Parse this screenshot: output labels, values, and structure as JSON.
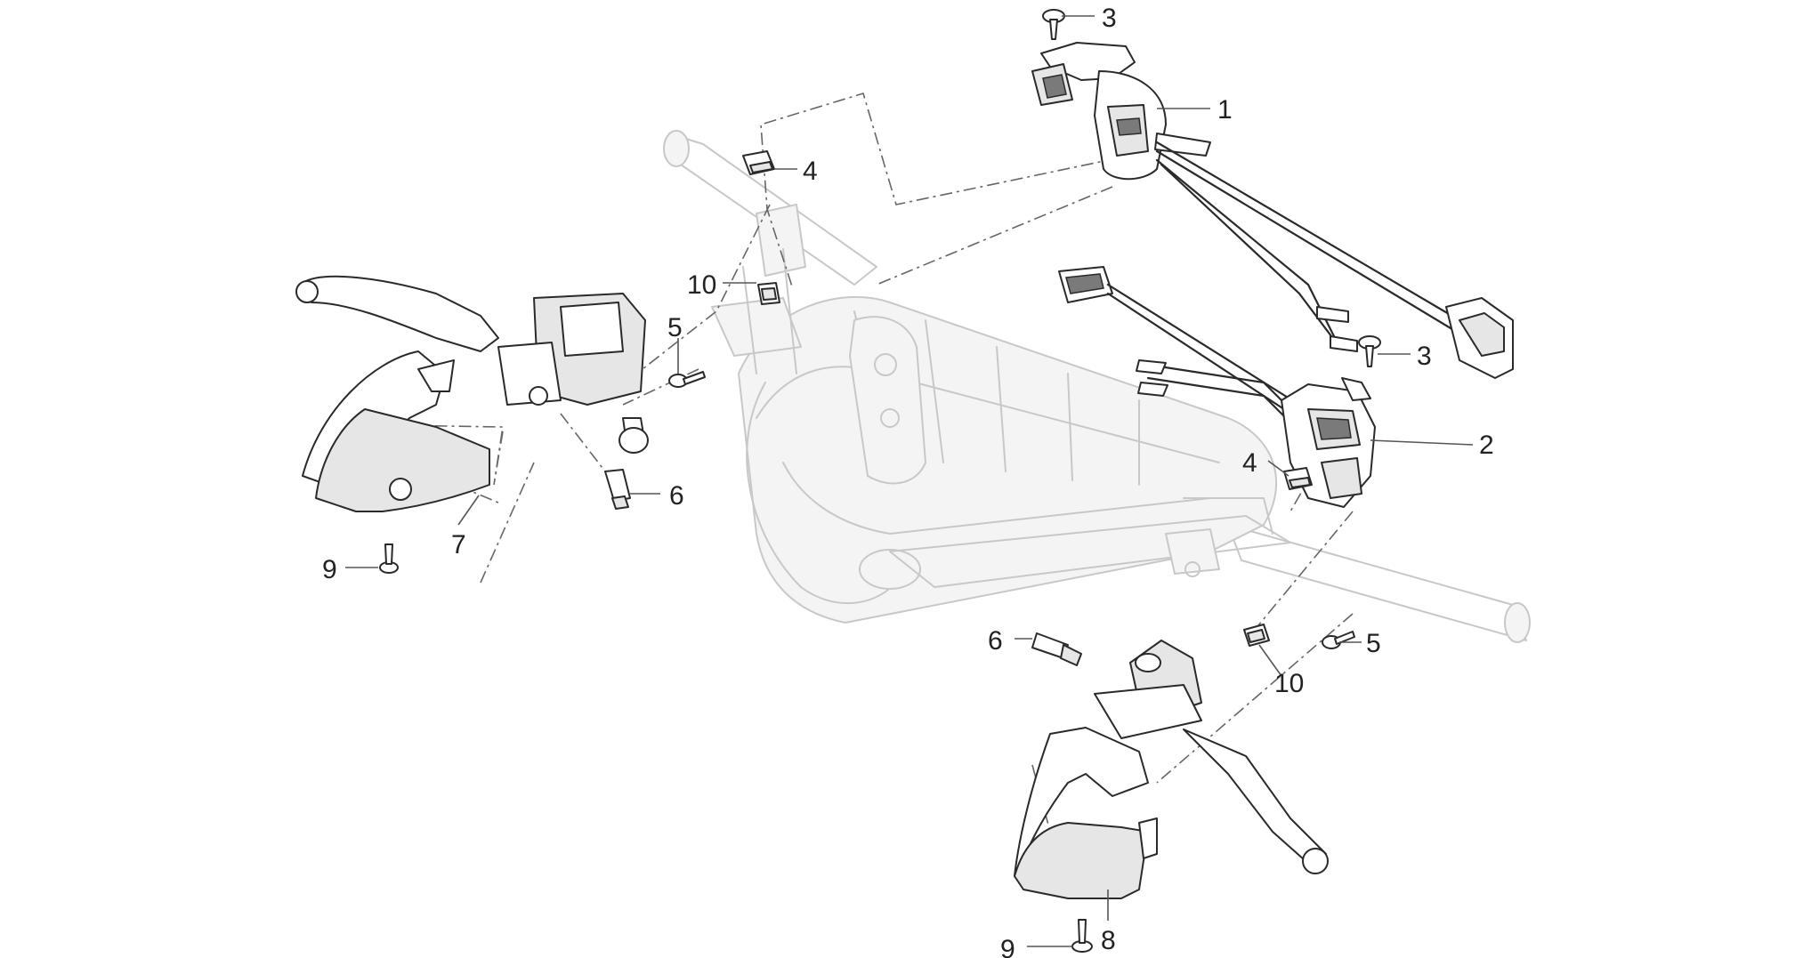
{
  "callouts": [
    {
      "id": "c1",
      "text": "1"
    },
    {
      "id": "c2",
      "text": "2"
    },
    {
      "id": "c3a",
      "text": "3"
    },
    {
      "id": "c3b",
      "text": "3"
    },
    {
      "id": "c4a",
      "text": "4"
    },
    {
      "id": "c4b",
      "text": "4"
    },
    {
      "id": "c5a",
      "text": "5"
    },
    {
      "id": "c5b",
      "text": "5"
    },
    {
      "id": "c6a",
      "text": "6"
    },
    {
      "id": "c6b",
      "text": "6"
    },
    {
      "id": "c7",
      "text": "7"
    },
    {
      "id": "c8",
      "text": "8"
    },
    {
      "id": "c9a",
      "text": "9"
    },
    {
      "id": "c9b",
      "text": "9"
    },
    {
      "id": "c10a",
      "text": "10"
    },
    {
      "id": "c10b",
      "text": "10"
    }
  ]
}
